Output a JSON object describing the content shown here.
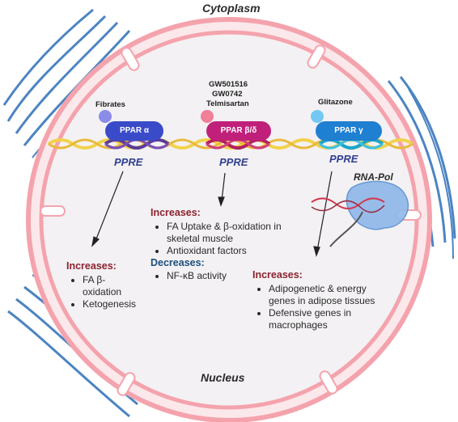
{
  "labels": {
    "cytoplasm": "Cytoplasm",
    "nucleus": "Nucleus",
    "rna_pol": "RNA-Pol"
  },
  "receptors": [
    {
      "name": "PPAR α",
      "ligand": "Fibrates",
      "ppre": "PPRE",
      "color": "#3a4bc9",
      "dna_color": "#5b3b9a"
    },
    {
      "name": "PPAR β/δ",
      "ligand_lines": [
        "GW501516",
        "GW0742",
        "Telmisartan"
      ],
      "ppre": "PPRE",
      "color": "#c0207a",
      "dna_color": "#b3205e"
    },
    {
      "name": "PPAR γ",
      "ligand": "Glitazone",
      "ppre": "PPRE",
      "color": "#1f7fd1",
      "dna_color": "#1aa6c8"
    }
  ],
  "boxes": {
    "alpha": {
      "increases_label": "Increases:",
      "increases": [
        "FA β-oxidation",
        "Ketogenesis"
      ]
    },
    "beta": {
      "increases_label": "Increases:",
      "increases": [
        "FA Uptake &  β-oxidation in skeletal muscle",
        "Antioxidant factors"
      ],
      "decreases_label": "Decreases:",
      "decreases": [
        "NF-κB activity"
      ]
    },
    "gamma": {
      "increases_label": "Increases:",
      "increases": [
        "Adipogenetic & energy genes in adipose tissues",
        "Defensive genes in macrophages"
      ]
    }
  },
  "colors": {
    "membrane": "#f4a3ad",
    "nuclear_fill": "#f3f1f3",
    "dna_yellow": "#f2d24a",
    "er_blue": "#2d6fb8",
    "header_red": "#8b2230"
  }
}
